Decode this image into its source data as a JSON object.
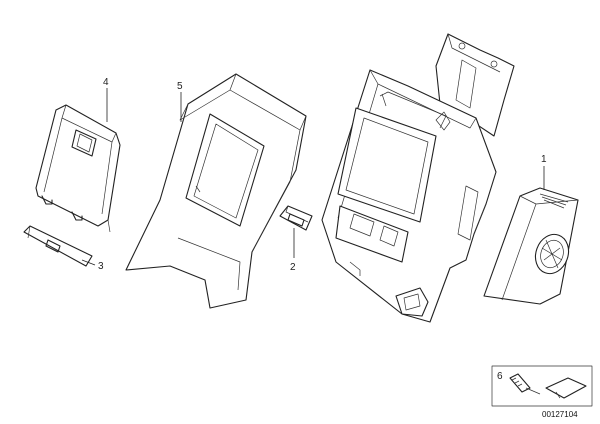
{
  "callouts": {
    "part_1": "1",
    "part_2": "2",
    "part_3": "3",
    "part_4": "4",
    "part_5": "5",
    "part_6": "6"
  },
  "drawing_number": "00127104"
}
